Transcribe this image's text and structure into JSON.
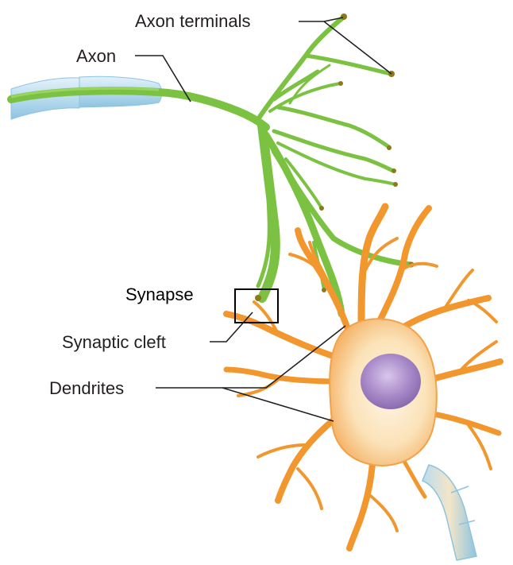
{
  "labels": {
    "axon_terminals": "Axon terminals",
    "axon": "Axon",
    "synapse": "Synapse",
    "synaptic_cleft": "Synaptic cleft",
    "dendrites": "Dendrites"
  },
  "colors": {
    "axon_green": "#7cc242",
    "axon_green_dark": "#4f9a2a",
    "myelin_blue": "#b9dcef",
    "myelin_edge": "#8ec3e0",
    "dendrite_orange": "#f2962e",
    "soma_cream": "#fbe6c4",
    "nucleus_purple": "#a98bc9",
    "label_text": "#231f20"
  }
}
